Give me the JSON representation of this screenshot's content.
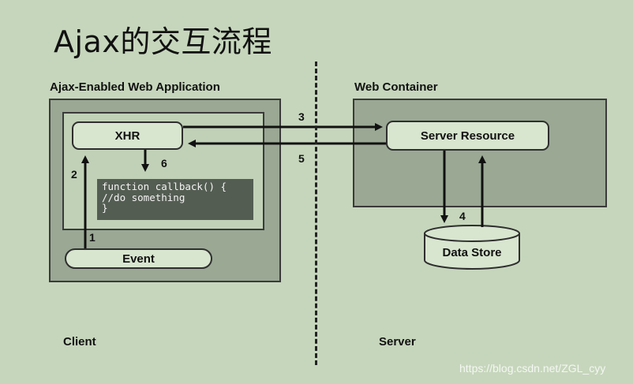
{
  "title": "Ajax的交互流程",
  "client": {
    "section_label": "Ajax-Enabled Web Application",
    "xhr_label": "XHR",
    "event_label": "Event",
    "code_lines": [
      "function callback() {",
      "//do something",
      "}"
    ],
    "footer_label": "Client"
  },
  "server": {
    "section_label": "Web Container",
    "resource_label": "Server Resource",
    "datastore_label": "Data Store",
    "footer_label": "Server"
  },
  "steps": [
    "1",
    "2",
    "3",
    "4",
    "5",
    "6"
  ],
  "watermark": "https://blog.csdn.net/ZGL_cyy"
}
